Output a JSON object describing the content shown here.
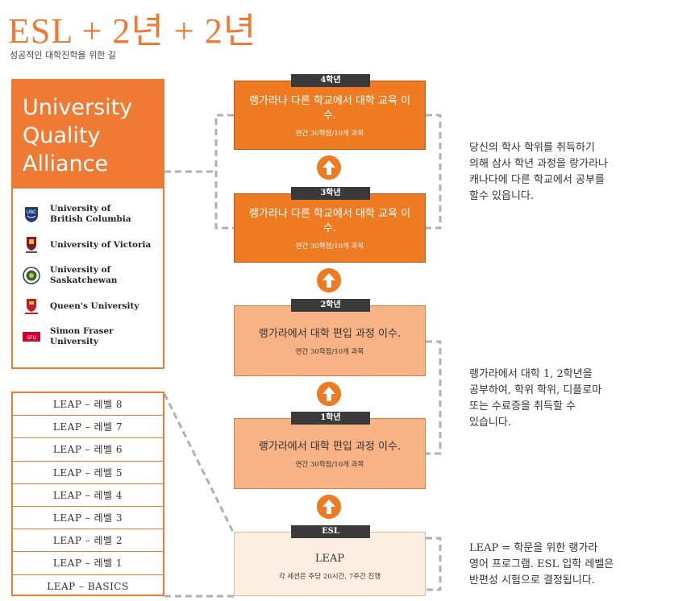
{
  "header": {
    "title": "ESL + 2년 + 2년",
    "subtitle": "성공적인 대학진학을 위한 길"
  },
  "uqa": {
    "title_lines": [
      "University",
      "Quality",
      "Alliance"
    ],
    "universities": [
      {
        "name_lines": [
          "University of",
          "British Columbia"
        ],
        "logo": "ubc-crest-icon",
        "logo_text": "UBC"
      },
      {
        "name_lines": [
          "University of Victoria"
        ],
        "logo": "uvic-crest-icon"
      },
      {
        "name_lines": [
          "University of",
          "Saskatchewan"
        ],
        "logo": "usask-seal-icon"
      },
      {
        "name_lines": [
          "Queen's University"
        ],
        "logo": "queens-crest-icon"
      },
      {
        "name_lines": [
          "Simon Fraser University"
        ],
        "logo": "sfu-logo-icon",
        "logo_text": "SFU"
      }
    ]
  },
  "leap_levels": [
    "LEAP – 레벨 8",
    "LEAP – 레벨 7",
    "LEAP – 레벨 6",
    "LEAP – 레벨 5",
    "LEAP – 레벨 4",
    "LEAP – 레벨 3",
    "LEAP – 레벨 2",
    "LEAP – 레벨 1",
    "LEAP – BASICS"
  ],
  "years": {
    "y4": {
      "tag": "4학년",
      "title": "랭가라나 다른 학교에서 대학 교육 이수.",
      "sub": "연간 30학점/10개 과목"
    },
    "y3": {
      "tag": "3학년",
      "title": "랭가라나 다른 학교에서 대학 교육 이수.",
      "sub": "연간 30학점/10개 과목"
    },
    "y2": {
      "tag": "2학년",
      "title": "랭가라에서 대학 편입 과정 이수.",
      "sub": "연간 30학점/10개 과목"
    },
    "y1": {
      "tag": "1학년",
      "title": "랭가라에서 대학 편입 과정 이수.",
      "sub": "연간 30학점/10개 과목"
    },
    "esl": {
      "tag": "ESL",
      "title": "LEAP",
      "sub": "각 세션은 주당 20시간, 7주간 진행"
    }
  },
  "descriptions": {
    "upper": [
      "당신의 학사 학위를 취득하기",
      "의해 삼사 학년 과정을 랑가라나",
      "캐나다에 다른 학교에서 공부를",
      "할수 있읍니다."
    ],
    "middle": [
      "랭가라에서 대학 1, 2학년을",
      "공부하여, 학위 학위, 디플로마",
      "또는 수료증을 취득할 수",
      "있습니다."
    ],
    "lower": [
      "LEAP = 학문을 위한 랭가라",
      "영어 프로그램. ESL 입학 레벨은",
      "반편성 시험으로 결정됩니다."
    ]
  },
  "colors": {
    "accent": "#ee7a22",
    "light": "#f8b384",
    "pale": "#fdeee2",
    "tag": "#3a3a3a"
  }
}
